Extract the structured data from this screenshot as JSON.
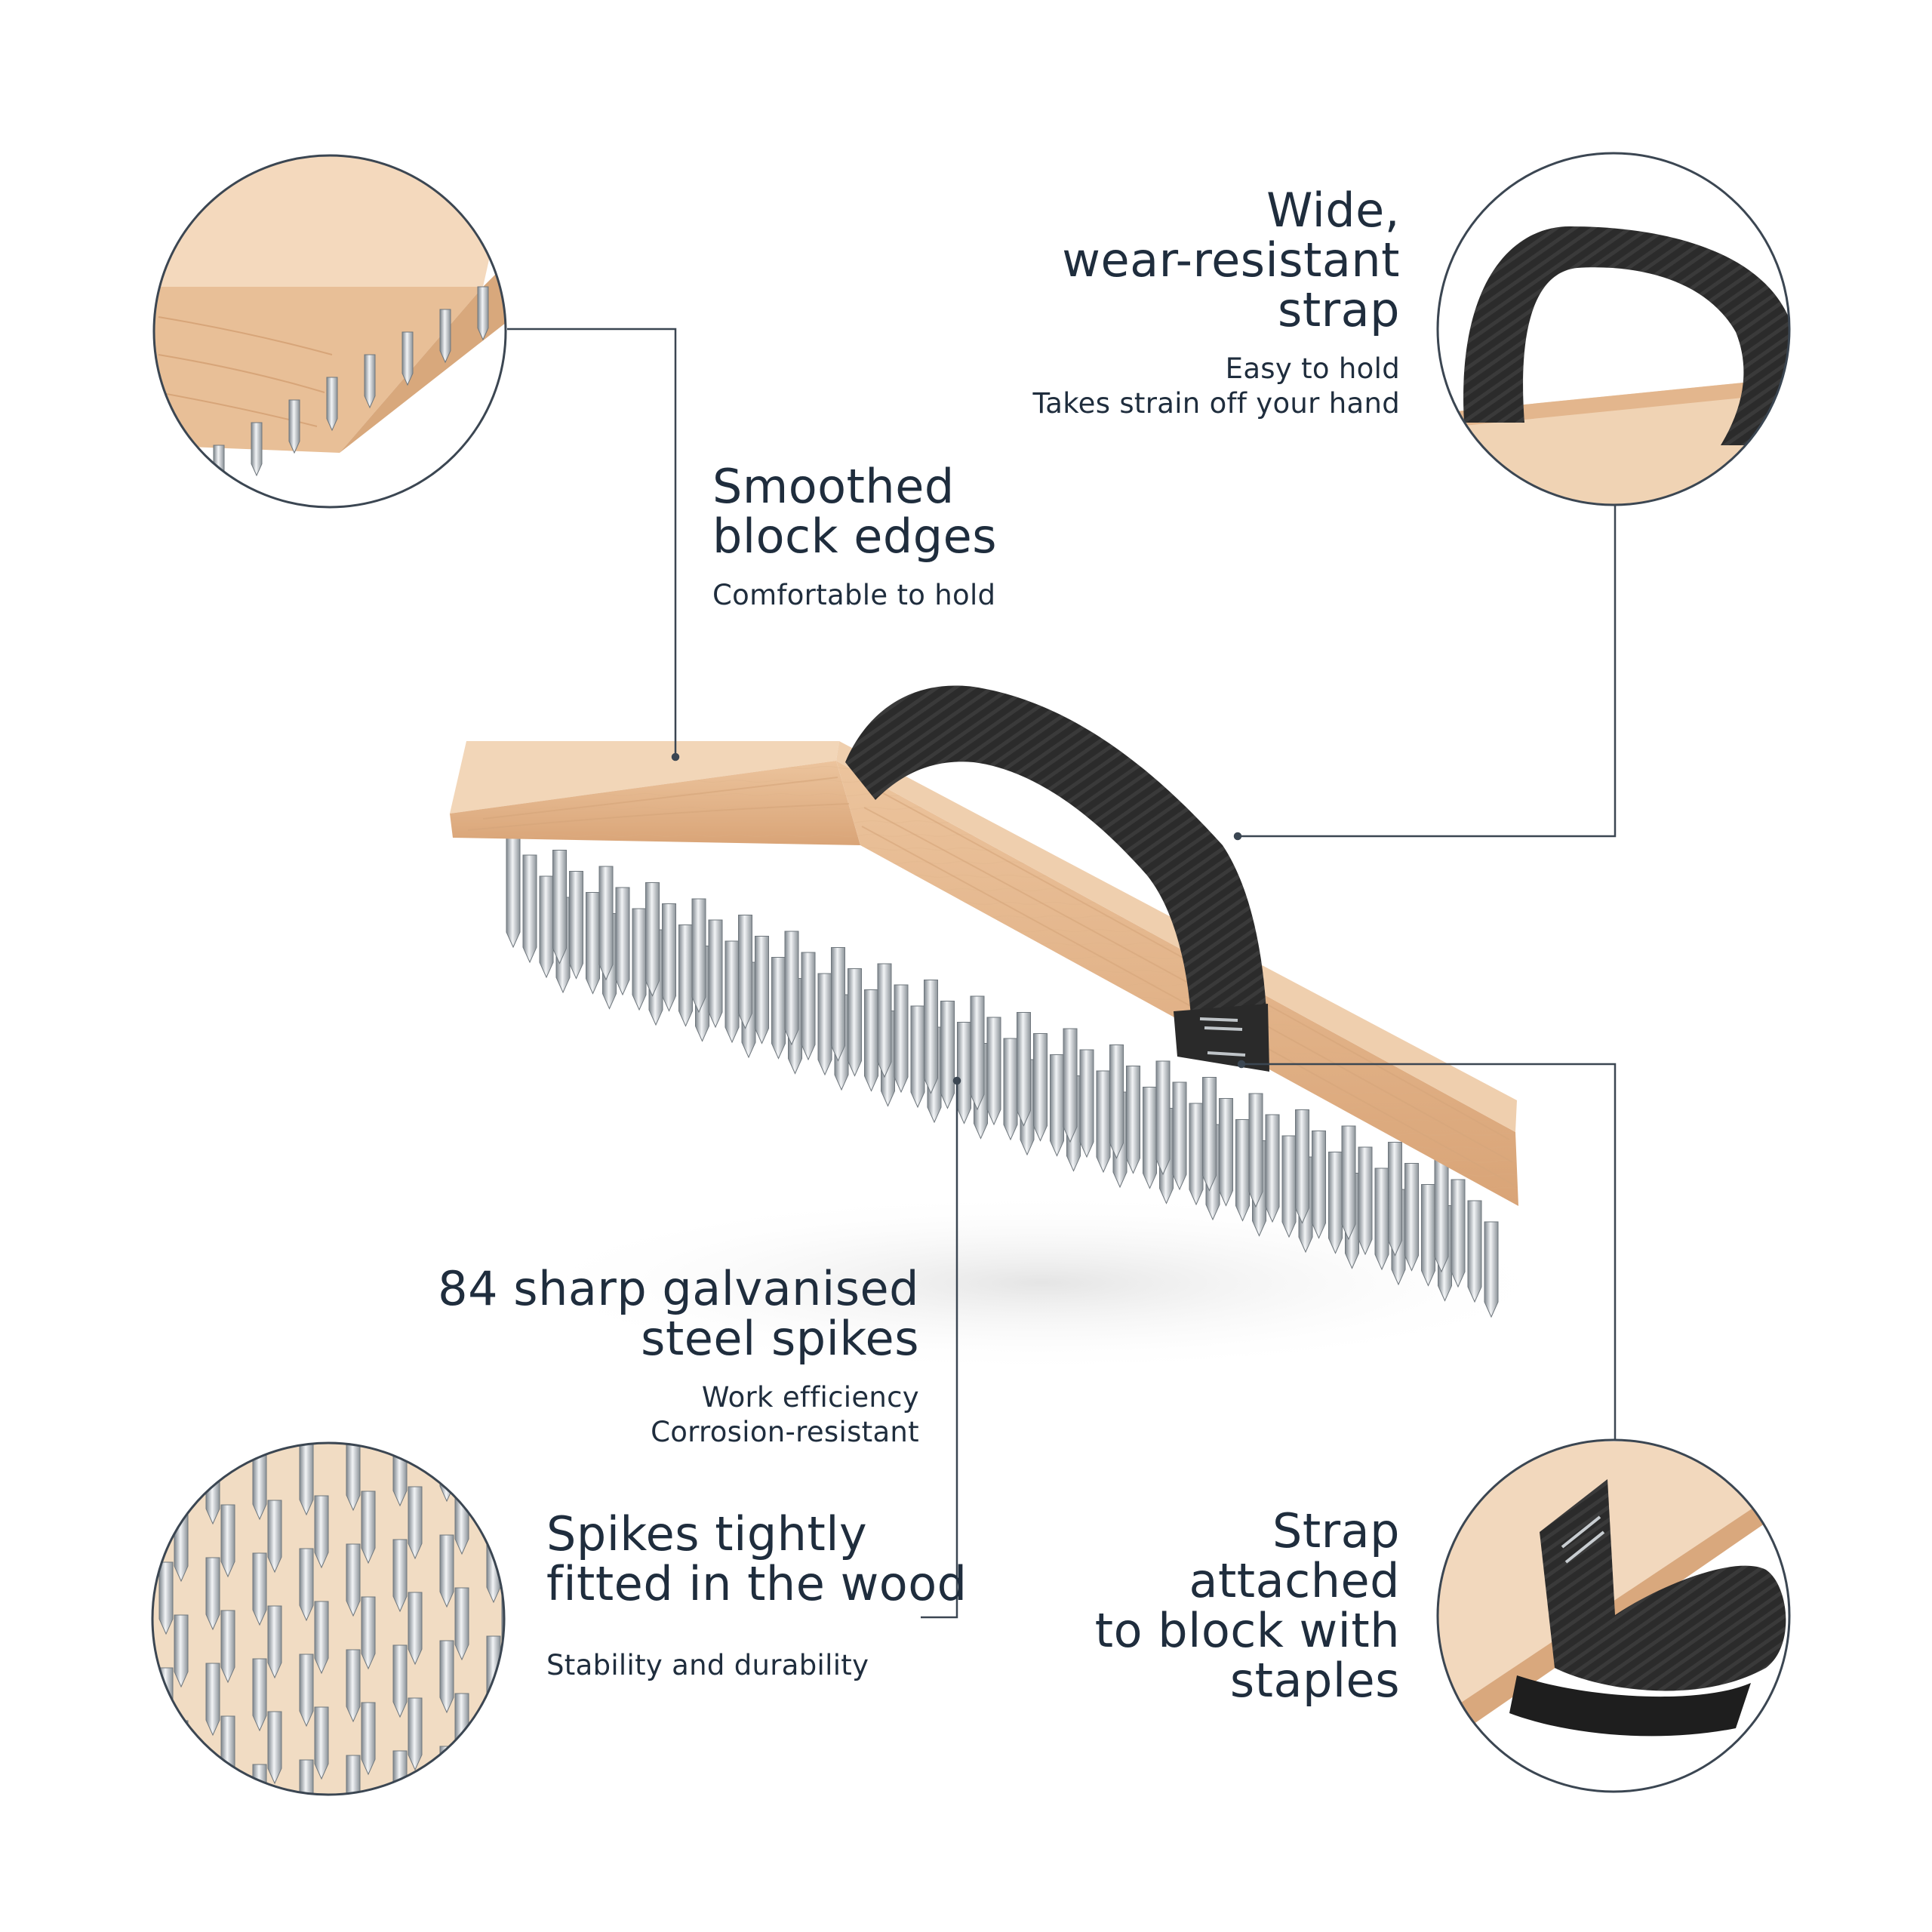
{
  "features": {
    "edges": {
      "heading": [
        "Smoothed",
        "block edges"
      ],
      "details": [
        "Comfortable to hold"
      ]
    },
    "strap": {
      "heading": [
        "Wide,",
        "wear-resistant",
        "strap"
      ],
      "details": [
        "Easy to hold",
        "Takes strain off your hand"
      ]
    },
    "spikes": {
      "heading": [
        "84 sharp galvanised",
        "steel spikes"
      ],
      "details": [
        "Work efficiency",
        "Corrosion-resistant"
      ]
    },
    "fitted": {
      "heading": [
        "Spikes tightly",
        "fitted in the wood"
      ],
      "details": [
        "Stability and durability"
      ]
    },
    "staples": {
      "heading": [
        "Strap",
        "attached",
        "to block with",
        "staples"
      ],
      "details": []
    }
  },
  "colors": {
    "text": "#1f2d3d",
    "line": "#3b4652",
    "wood_light": "#f1d5b8",
    "wood_mid": "#e6b98f",
    "wood_dark": "#cf9a6c",
    "strap": "#2a2a2a",
    "steel_light": "#e6e9ec",
    "steel_dark": "#8a9197"
  }
}
